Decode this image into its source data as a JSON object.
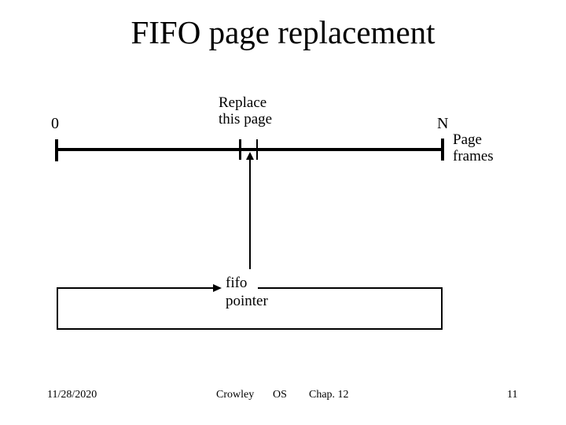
{
  "title": "FIFO page replacement",
  "diagram": {
    "origin_label": "0",
    "n_label": "N",
    "replace_line1": "Replace",
    "replace_line2": "this page",
    "frames_line1": "Page",
    "frames_line2": "frames",
    "fifo_line1": "fifo",
    "fifo_line2": "pointer"
  },
  "footer": {
    "date": "11/28/2020",
    "author": "Crowley",
    "course": "OS",
    "chapter": "Chap. 12",
    "slide_number": "11"
  },
  "colors": {
    "ink": "#000000",
    "background": "#ffffff"
  }
}
